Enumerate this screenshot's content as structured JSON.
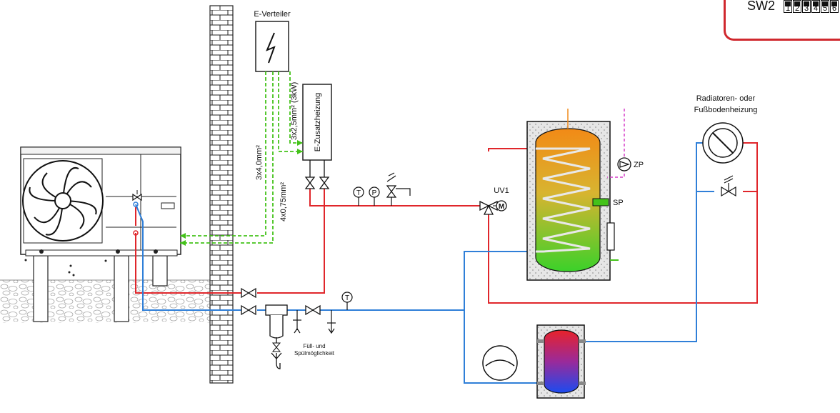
{
  "labels": {
    "e_verteiler": "E-Verteiler",
    "e_zusatzheizung": "E-Zusatzheizung",
    "cable_4x0_75": "4x0,75mm²",
    "cable_3x4_0": "3x4,0mm²",
    "cable_3x2_5": "3x2,5mm² (3kW)",
    "temp_symbol": "T",
    "pressure_symbol": "P",
    "uv1": "UV1",
    "motor_symbol": "M",
    "zp": "ZP",
    "sp": "SP",
    "radiatoren_line1": "Radiatoren- oder",
    "radiatoren_line2": "Fußbodenheizung",
    "fill_line1": "Füll- und",
    "fill_line2": "Spülmöglichkeit"
  },
  "sw2": {
    "label": "SW2",
    "dips": [
      "1",
      "2",
      "3",
      "4",
      "5",
      "6"
    ]
  },
  "colors": {
    "supply": "#e0262b",
    "return": "#2f7fd8",
    "power": "#44c21a",
    "circulation": "#d63fc8",
    "hot_water": "#f08a1c",
    "wall": "#111111",
    "frame_red": "#d0282e"
  }
}
